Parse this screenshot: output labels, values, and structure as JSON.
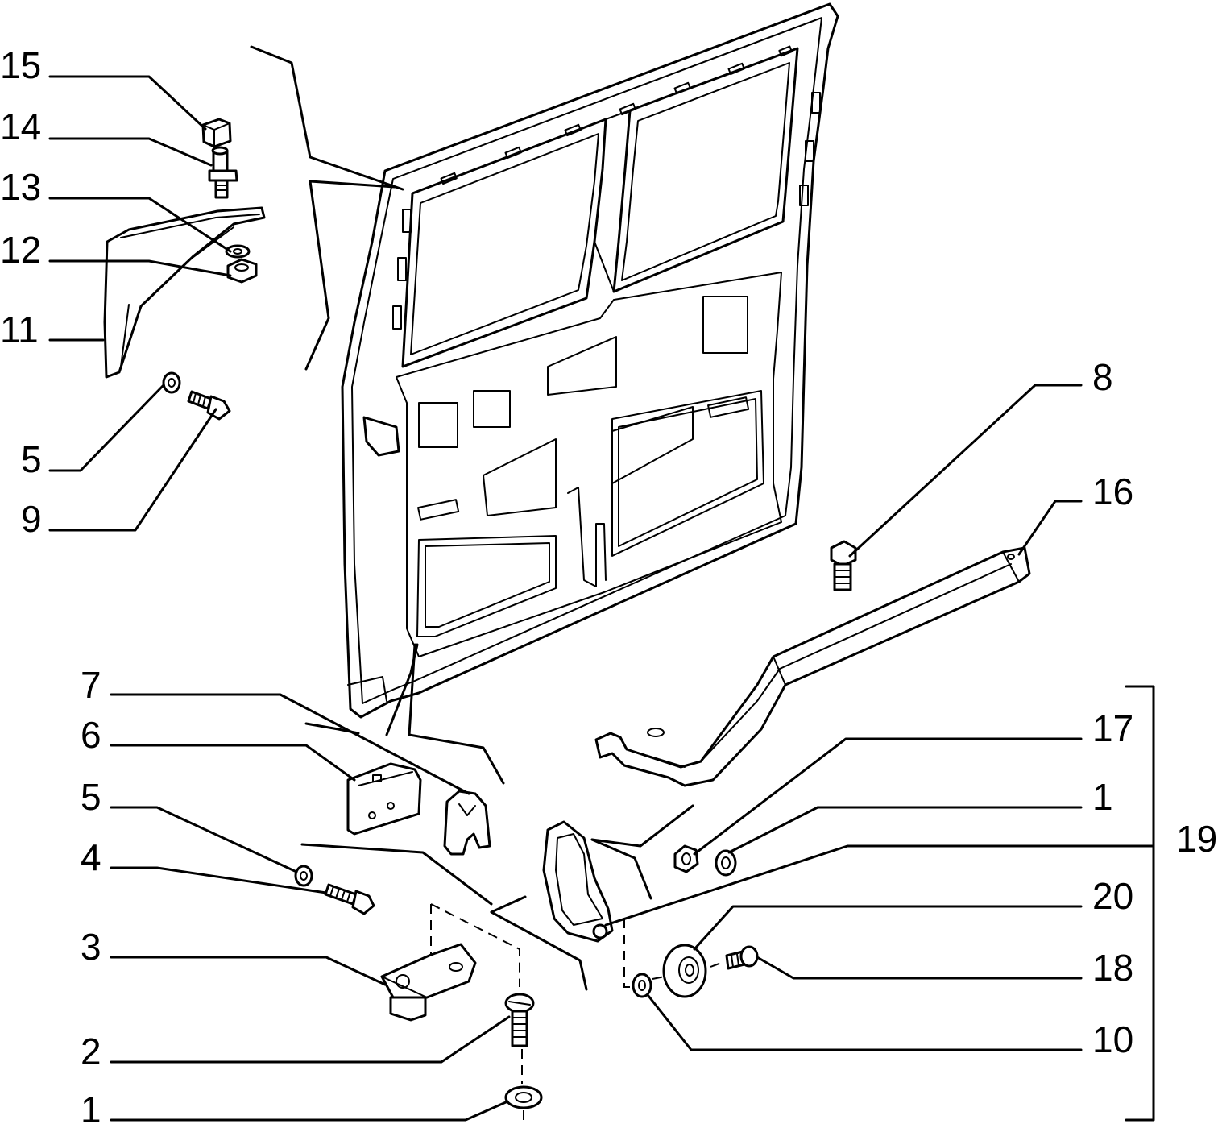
{
  "labels": {
    "l15": "15",
    "l14": "14",
    "l13": "13",
    "l12": "12",
    "l11": "11",
    "l5a": "5",
    "l9": "9",
    "l8": "8",
    "l16": "16",
    "l7": "7",
    "l6": "6",
    "l5b": "5",
    "l4": "4",
    "l3": "3",
    "l2": "2",
    "l1a": "1",
    "l17": "17",
    "l1b": "1",
    "l19": "19",
    "l20": "20",
    "l18": "18",
    "l10": "10"
  }
}
